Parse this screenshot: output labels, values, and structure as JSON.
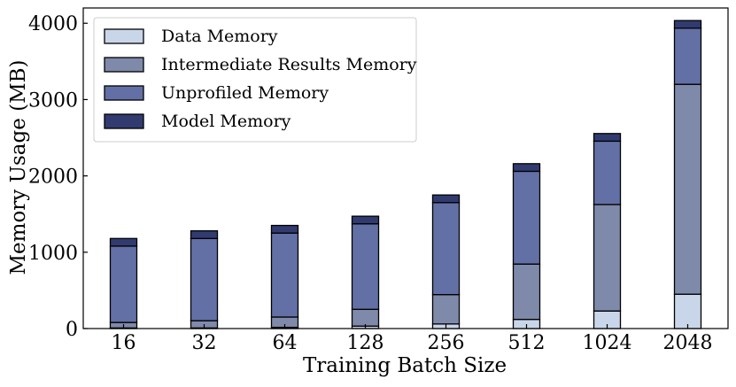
{
  "chart_data": {
    "type": "bar",
    "stacked": true,
    "categories": [
      "16",
      "32",
      "64",
      "128",
      "256",
      "512",
      "1024",
      "2048"
    ],
    "xlabel": "Training Batch Size",
    "ylabel": "Memory Usage (MB)",
    "ylim": [
      0,
      4200
    ],
    "yticks": [
      0,
      1000,
      2000,
      3000,
      4000
    ],
    "grid": false,
    "legend_position": "top-left",
    "series": [
      {
        "name": "Data Memory",
        "color": "#c9d6ea",
        "values": [
          8,
          8,
          16,
          32,
          60,
          120,
          230,
          450
        ]
      },
      {
        "name": "Intermediate Results Memory",
        "color": "#7f8aaa",
        "values": [
          72,
          95,
          135,
          220,
          385,
          725,
          1395,
          2750
        ]
      },
      {
        "name": "Unprofiled Memory",
        "color": "#6370a5",
        "values": [
          1000,
          1077,
          1100,
          1120,
          1205,
          1215,
          830,
          735
        ]
      },
      {
        "name": "Model Memory",
        "color": "#313b70",
        "values": [
          100,
          100,
          100,
          100,
          100,
          100,
          100,
          100
        ]
      }
    ]
  }
}
